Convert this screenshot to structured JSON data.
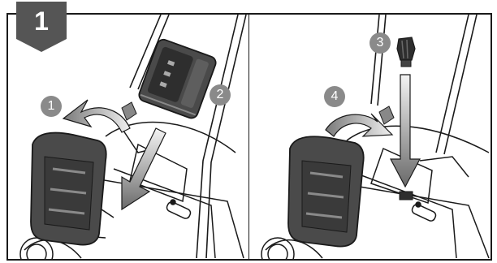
{
  "step": {
    "number": "1"
  },
  "callouts": {
    "c1": "1",
    "c2": "2",
    "c3": "3",
    "c4": "4"
  },
  "colors": {
    "badge": "#555555",
    "callout": "#8a8a8a",
    "battery": "#4a4a4a",
    "arrow_gradient_start": "#f2f2f2",
    "arrow_gradient_end": "#6a6a6a",
    "outline": "#1a1a1a"
  },
  "icons": {
    "step_badge": "step-number-badge",
    "battery": "battery-pack-icon",
    "key": "safety-key-icon"
  }
}
